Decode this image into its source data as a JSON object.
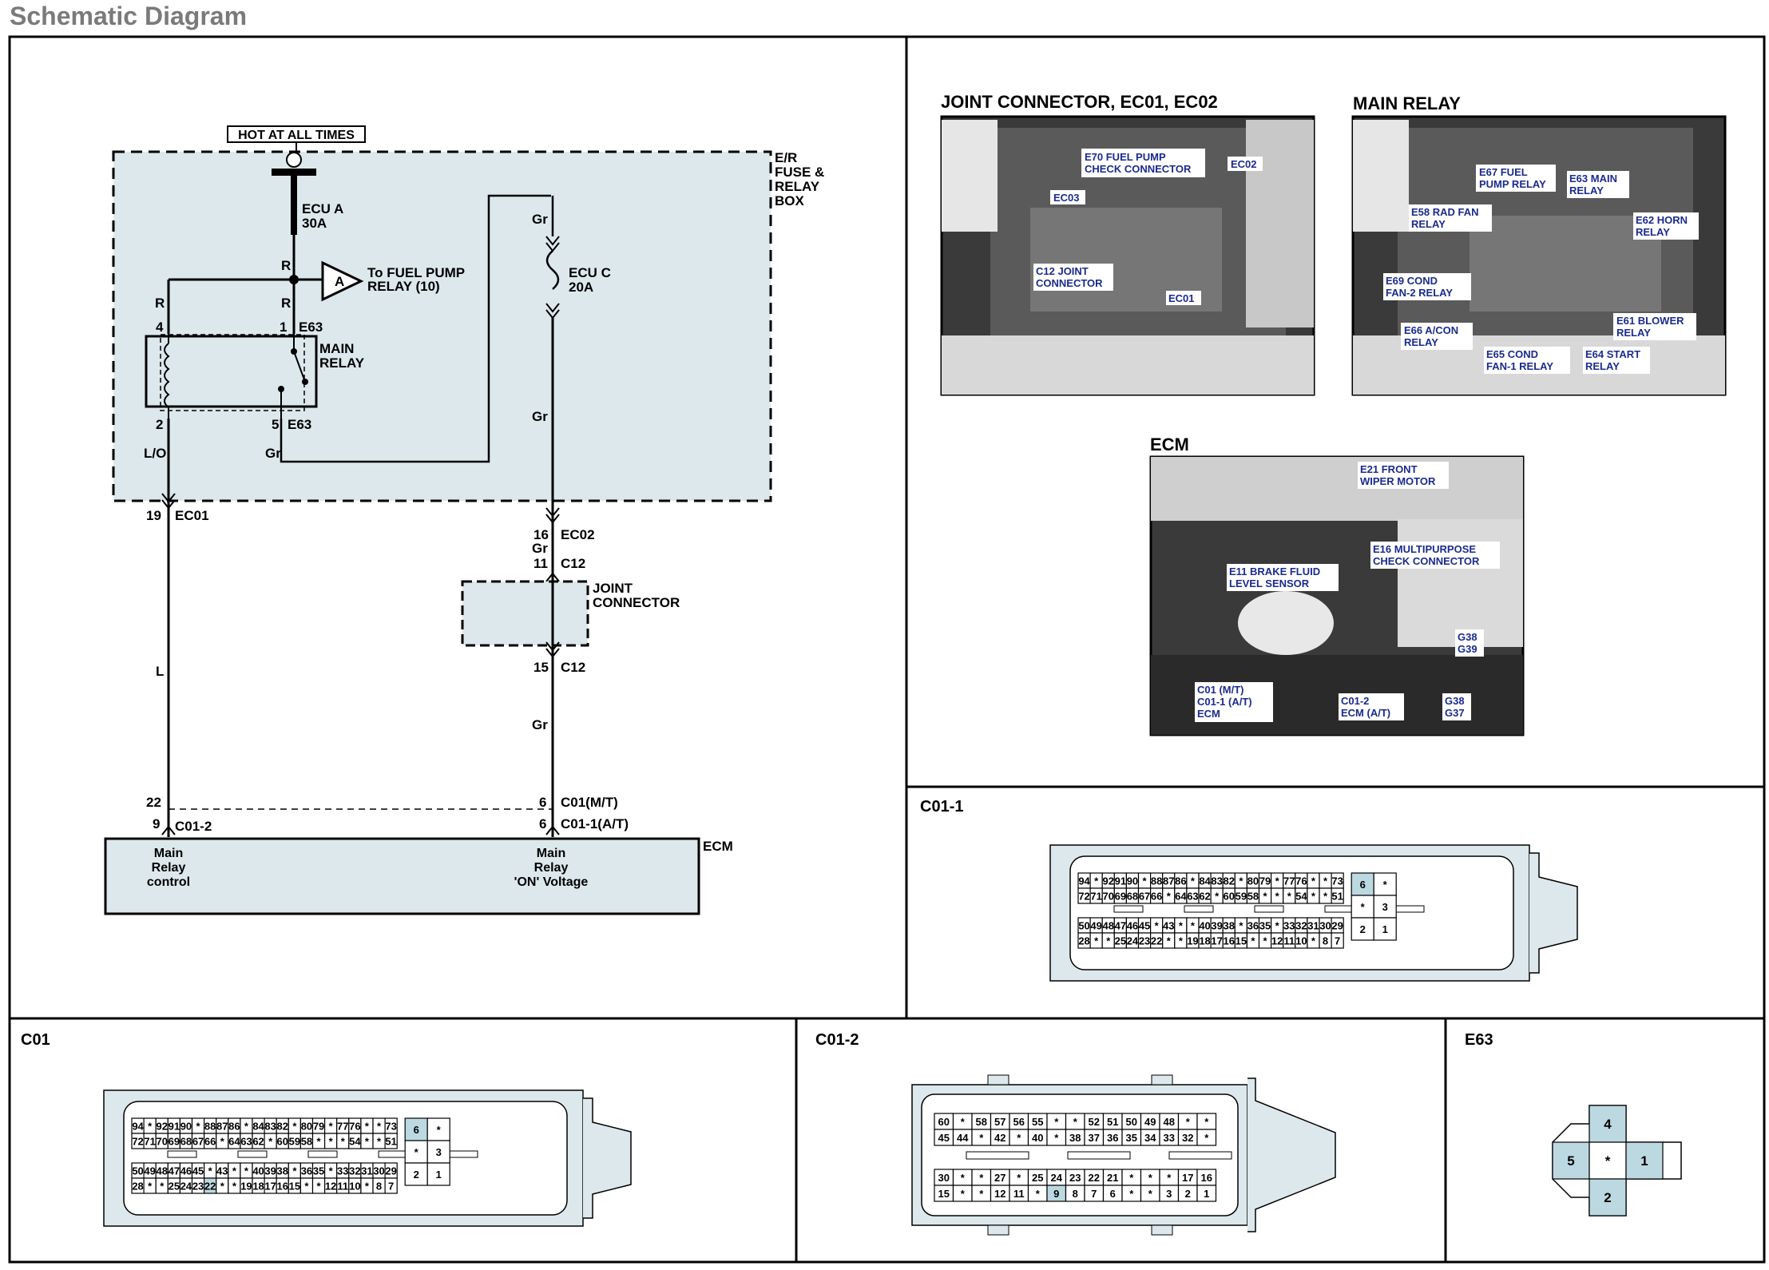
{
  "page": {
    "title": "Schematic Diagram"
  },
  "colors": {
    "shade": "#dce8ec",
    "pin_hl": "#bcd9e2",
    "photo_label": "#1a2b8c",
    "line": "#000000"
  },
  "schematic": {
    "hot_label": "HOT AT ALL TIMES",
    "box_label": [
      "E/R",
      "FUSE &",
      "RELAY",
      "BOX"
    ],
    "fuse_a": [
      "ECU A",
      "30A"
    ],
    "fuse_c": [
      "ECU C",
      "20A"
    ],
    "to_fuel_pump": [
      "To FUEL PUMP",
      "RELAY (10)"
    ],
    "offpage_ref": "A",
    "relay_label": [
      "MAIN",
      "RELAY"
    ],
    "wire_colors": {
      "r": "R",
      "lo": "L/O",
      "gr": "Gr",
      "l": "L"
    },
    "pins": {
      "p4": "4",
      "p1": "1",
      "p2": "2",
      "p5": "5",
      "e63": "E63",
      "p19": "19",
      "ec01": "EC01",
      "p16": "16",
      "ec02": "EC02",
      "p11": "11",
      "c12": "C12",
      "p15": "15",
      "p22": "22",
      "p9": "9",
      "c01_2": "C01-2",
      "p6": "6",
      "c01_mt": "C01(M/T)",
      "c01_1_at": "C01-1(A/T)"
    },
    "joint_connector": [
      "JOINT",
      "CONNECTOR"
    ],
    "ecm_label": "ECM",
    "ecm_left": [
      "Main",
      "Relay",
      "control"
    ],
    "ecm_right": [
      "Main",
      "Relay",
      "'ON' Voltage"
    ]
  },
  "photos": {
    "joint": {
      "title": "JOINT CONNECTOR, EC01, EC02",
      "labels": [
        [
          "E70 FUEL PUMP",
          "CHECK CONNECTOR"
        ],
        [
          "EC02"
        ],
        [
          "EC03"
        ],
        [
          "C12 JOINT",
          "CONNECTOR"
        ],
        [
          "EC01"
        ]
      ]
    },
    "relay": {
      "title": "MAIN RELAY",
      "labels": [
        [
          "E67 FUEL",
          "PUMP RELAY"
        ],
        [
          "E63 MAIN",
          "RELAY"
        ],
        [
          "E58 RAD FAN",
          "RELAY"
        ],
        [
          "E62 HORN",
          "RELAY"
        ],
        [
          "E69 COND",
          "FAN-2 RELAY"
        ],
        [
          "E61 BLOWER",
          "RELAY"
        ],
        [
          "E66 A/CON",
          "RELAY"
        ],
        [
          "E65 COND",
          "FAN-1 RELAY"
        ],
        [
          "E64 START",
          "RELAY"
        ]
      ]
    },
    "ecm": {
      "title": "ECM",
      "labels": [
        [
          "E21 FRONT",
          "WIPER MOTOR"
        ],
        [
          "E16 MULTIPURPOSE",
          "CHECK CONNECTOR"
        ],
        [
          "E11 BRAKE FLUID",
          "LEVEL SENSOR"
        ],
        [
          "G38",
          "G39"
        ],
        [
          "C01 (M/T)",
          "C01-1 (A/T)",
          "ECM"
        ],
        [
          "C01-2",
          "ECM (A/T)"
        ],
        [
          "G38",
          "G37"
        ]
      ]
    }
  },
  "connectors": {
    "c01_1": {
      "title": "C01-1",
      "row1": [
        "94",
        "*",
        "92",
        "91",
        "90",
        "*",
        "88",
        "87",
        "86",
        "*",
        "84",
        "83",
        "82",
        "*",
        "80",
        "79",
        "*",
        "77",
        "76",
        "*",
        "*",
        "73"
      ],
      "row2": [
        "72",
        "71",
        "70",
        "69",
        "68",
        "67",
        "66",
        "*",
        "64",
        "63",
        "62",
        "*",
        "60",
        "59",
        "58",
        "*",
        "*",
        "*",
        "54",
        "*",
        "*",
        "51"
      ],
      "row3": [
        "50",
        "49",
        "48",
        "47",
        "46",
        "45",
        "*",
        "43",
        "*",
        "*",
        "40",
        "39",
        "38",
        "*",
        "36",
        "35",
        "*",
        "33",
        "32",
        "31",
        "30",
        "29"
      ],
      "row4": [
        "28",
        "*",
        "*",
        "25",
        "24",
        "23",
        "22",
        "*",
        "*",
        "19",
        "18",
        "17",
        "16",
        "15",
        "*",
        "*",
        "12",
        "11",
        "10",
        "*",
        "8",
        "7"
      ],
      "side": [
        "6",
        "*",
        "*",
        "3",
        "2",
        "1"
      ]
    },
    "c01": {
      "title": "C01",
      "row1": [
        "94",
        "*",
        "92",
        "91",
        "90",
        "*",
        "88",
        "87",
        "86",
        "*",
        "84",
        "83",
        "82",
        "*",
        "80",
        "79",
        "*",
        "77",
        "76",
        "*",
        "*",
        "73"
      ],
      "row2": [
        "72",
        "71",
        "70",
        "69",
        "68",
        "67",
        "66",
        "*",
        "64",
        "63",
        "62",
        "*",
        "60",
        "59",
        "58",
        "*",
        "*",
        "*",
        "54",
        "*",
        "*",
        "51"
      ],
      "row3": [
        "50",
        "49",
        "48",
        "47",
        "46",
        "45",
        "*",
        "43",
        "*",
        "*",
        "40",
        "39",
        "38",
        "*",
        "36",
        "35",
        "*",
        "33",
        "32",
        "31",
        "30",
        "29"
      ],
      "row4": [
        "28",
        "*",
        "*",
        "25",
        "24",
        "23",
        "22",
        "*",
        "*",
        "19",
        "18",
        "17",
        "16",
        "15",
        "*",
        "*",
        "12",
        "11",
        "10",
        "*",
        "8",
        "7"
      ],
      "side": [
        "6",
        "*",
        "*",
        "3",
        "2",
        "1"
      ]
    },
    "c01_2": {
      "title": "C01-2",
      "row1": [
        "60",
        "*",
        "58",
        "57",
        "56",
        "55",
        "*",
        "*",
        "52",
        "51",
        "50",
        "49",
        "48",
        "*",
        "*"
      ],
      "row2": [
        "45",
        "44",
        "*",
        "42",
        "*",
        "40",
        "*",
        "38",
        "37",
        "36",
        "35",
        "34",
        "33",
        "32",
        "*"
      ],
      "row3": [
        "30",
        "*",
        "*",
        "27",
        "*",
        "25",
        "24",
        "23",
        "22",
        "21",
        "*",
        "*",
        "*",
        "17",
        "16"
      ],
      "row4": [
        "15",
        "*",
        "*",
        "12",
        "11",
        "*",
        "9",
        "8",
        "7",
        "6",
        "*",
        "*",
        "3",
        "2",
        "1"
      ]
    },
    "e63": {
      "title": "E63",
      "pins": [
        "4",
        "5",
        "*",
        "1",
        "2"
      ]
    }
  }
}
